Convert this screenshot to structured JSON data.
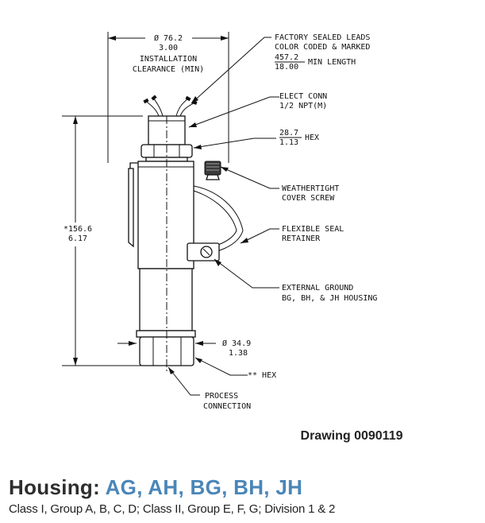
{
  "drawing": {
    "dimensions": {
      "clearance": [
        "Ø 76.2",
        "3.00",
        "INSTALLATION",
        "CLEARANCE (MIN)"
      ],
      "height": [
        "*156.6",
        "6.17"
      ],
      "diameter": [
        "Ø 34.9",
        "1.38"
      ],
      "leads": [
        "457.2",
        "18.00"
      ],
      "leads_suffix": "MIN LENGTH",
      "hex_top": [
        "28.7",
        "1.13"
      ],
      "hex_top_suffix": "HEX",
      "hex_bottom": "** HEX"
    },
    "callouts": {
      "leads": [
        "FACTORY SEALED LEADS",
        "COLOR CODED & MARKED"
      ],
      "conn": [
        "ELECT CONN",
        "1/2 NPT(M)"
      ],
      "cover_screw": [
        "WEATHERTIGHT",
        "COVER SCREW"
      ],
      "seal": [
        "FLEXIBLE SEAL",
        "RETAINER"
      ],
      "ground": [
        "EXTERNAL GROUND",
        "BG, BH, & JH HOUSING"
      ],
      "process": [
        "PROCESS",
        "CONNECTION"
      ]
    },
    "number": "Drawing 0090119"
  },
  "housing": {
    "label": "Housing:",
    "codes": "AG, AH, BG, BH, JH",
    "classes": "Class I, Group A, B, C, D; Class II, Group E, F, G; Division 1 & 2"
  },
  "colors": {
    "line": "#111111",
    "accent": "#4a86b8",
    "title": "#2e2e2e"
  }
}
